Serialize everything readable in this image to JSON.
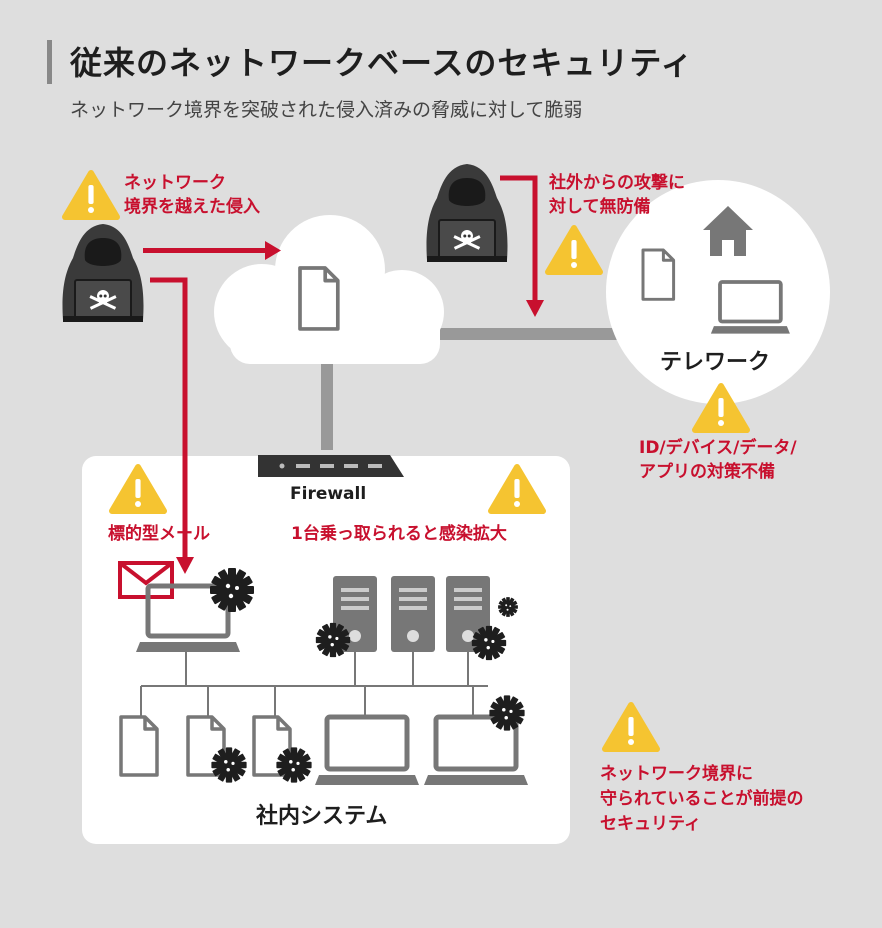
{
  "header": {
    "title": "従来のネットワークベースのセキュリティ",
    "subtitle": "ネットワーク境界を突破された侵入済みの脅威に対して脆弱"
  },
  "warnings": {
    "boundary_intrusion": [
      "ネットワーク",
      "境界を越えた侵入"
    ],
    "external_attack": [
      "社外からの攻撃に",
      "対して無防備"
    ],
    "id_device": [
      "ID/デバイス/データ/",
      "アプリの対策不備"
    ],
    "targeted_mail": "標的型メール",
    "spread": "1台乗っ取られると感染拡大",
    "perimeter_assumption": [
      "ネットワーク境界に",
      "守られていることが前提の",
      "セキュリティ"
    ]
  },
  "labels": {
    "firewall": "Firewall",
    "telework": "テレワーク",
    "internal_system": "社内システム"
  },
  "colors": {
    "background": "#dedede",
    "accent_red": "#c8102e",
    "warning_yellow": "#f5c431",
    "dark": "#2b2b2b",
    "gray": "#777777"
  }
}
